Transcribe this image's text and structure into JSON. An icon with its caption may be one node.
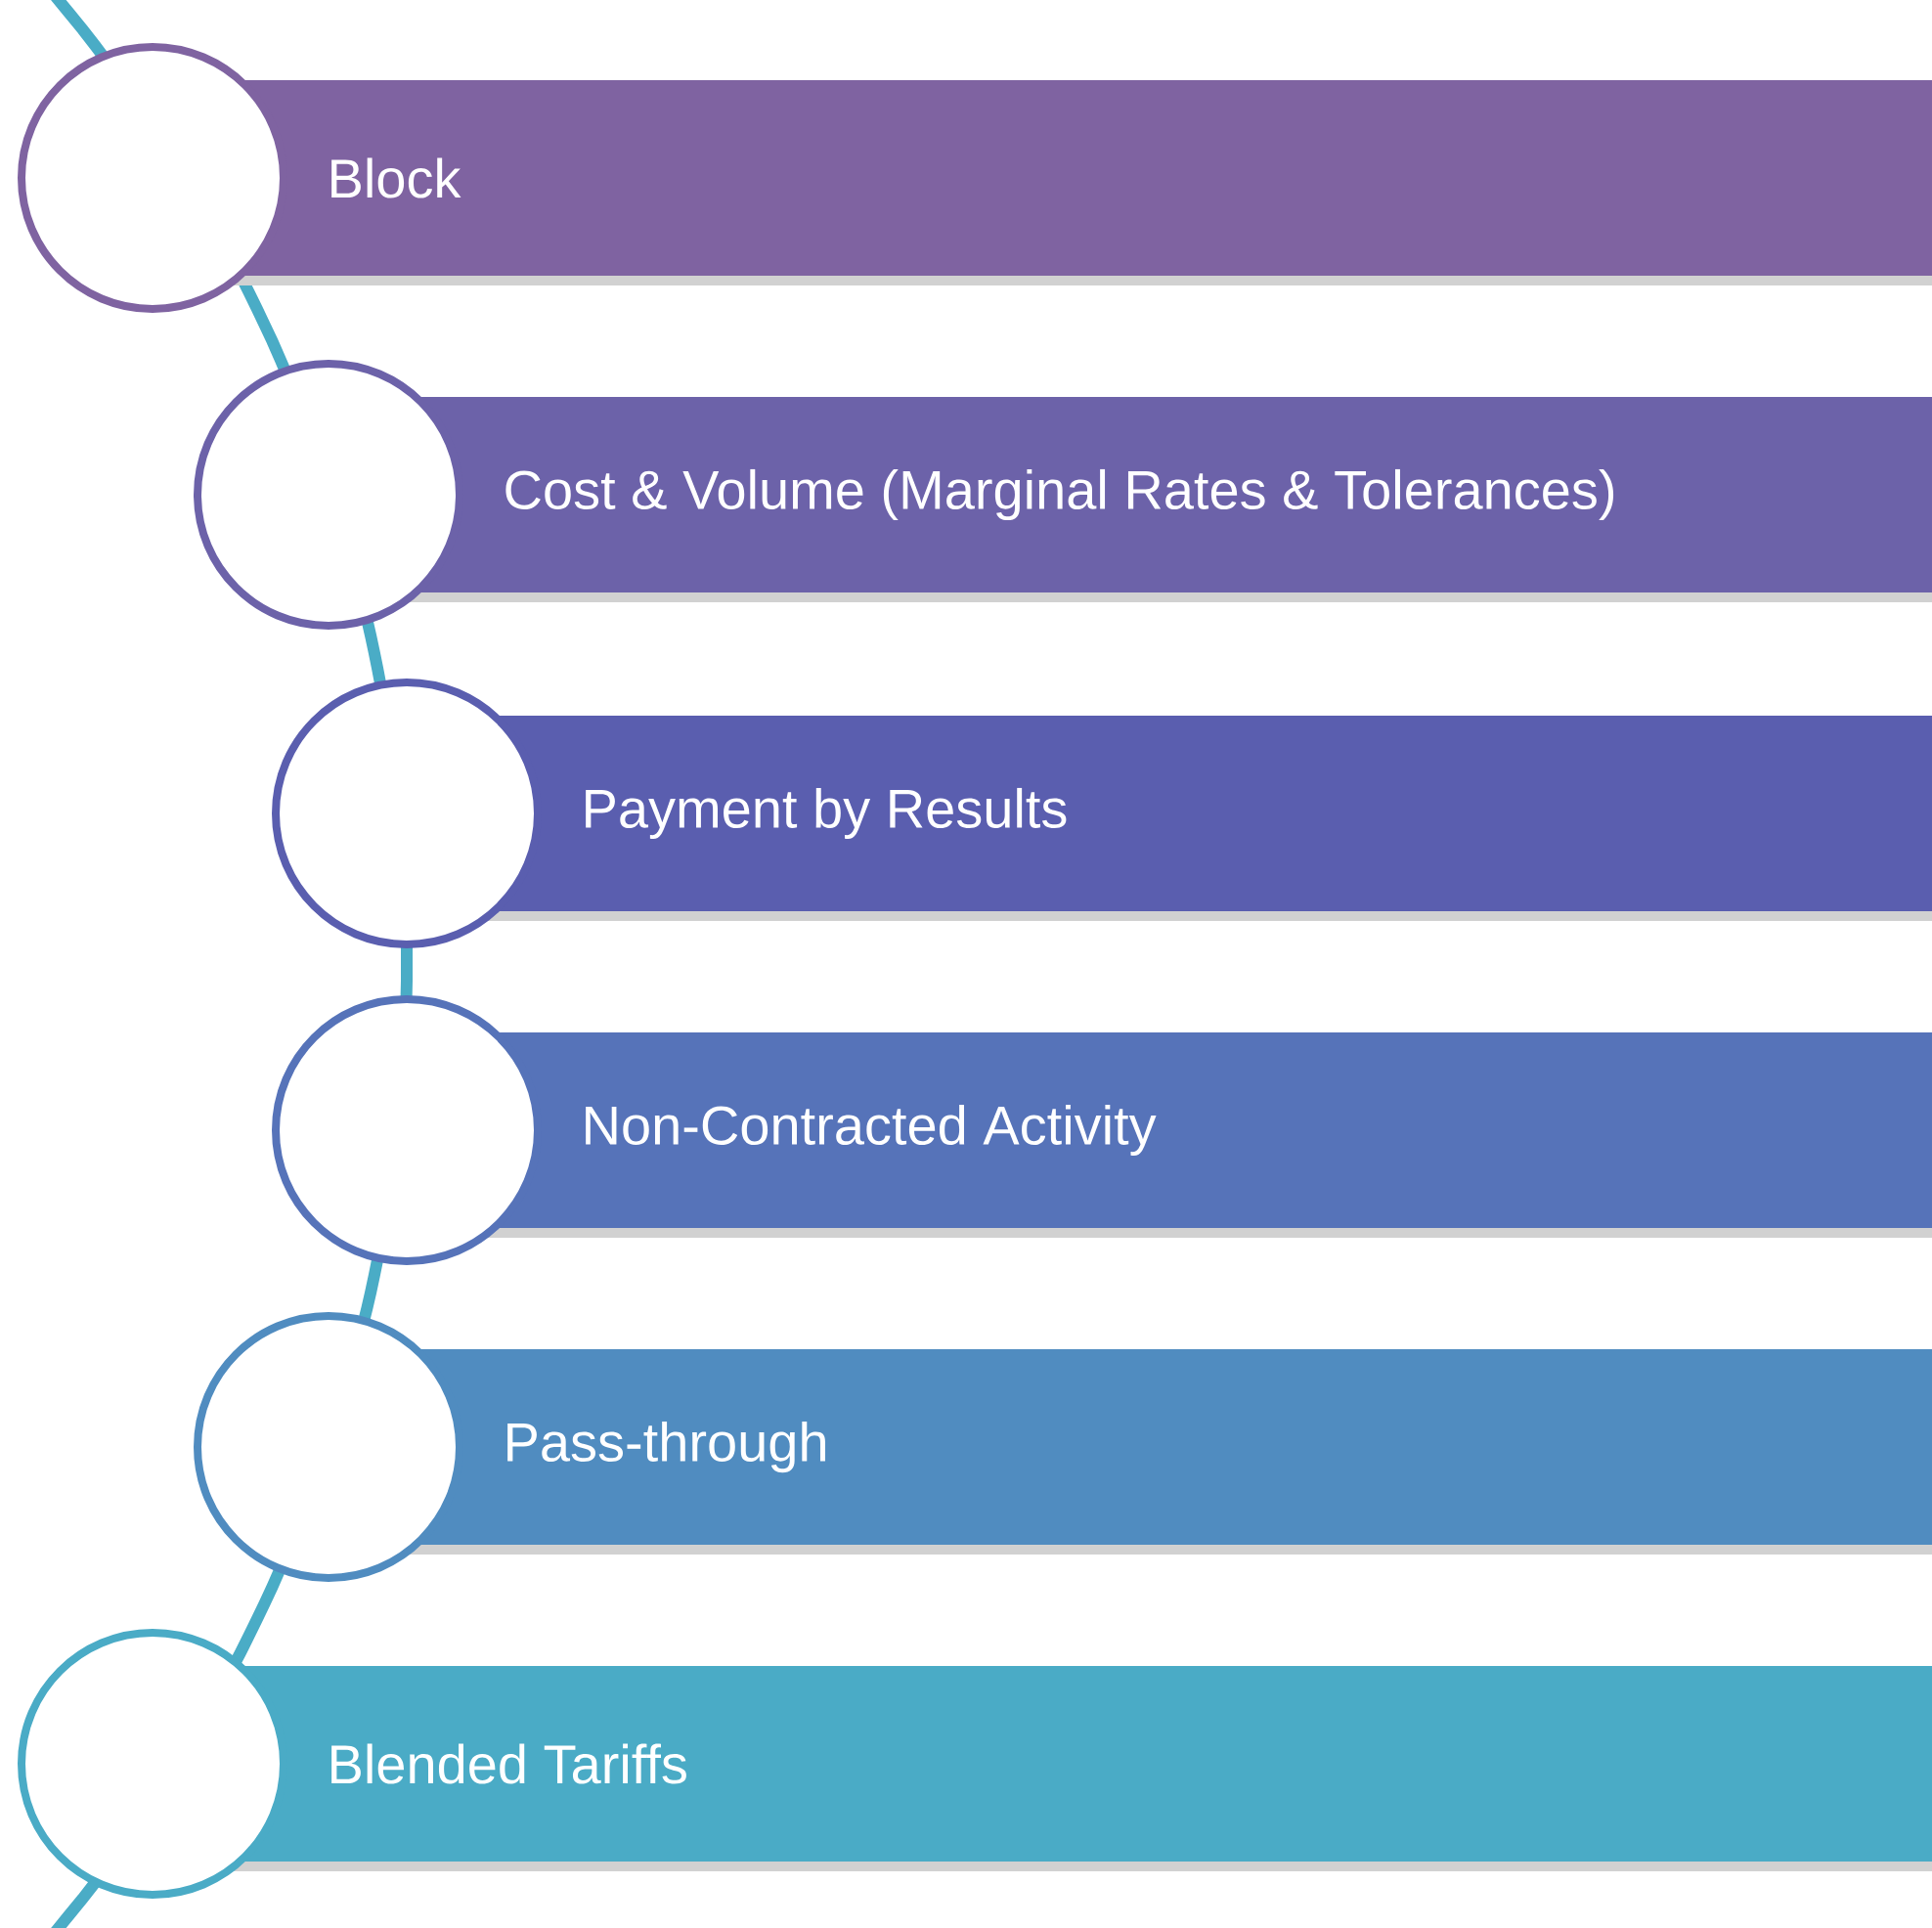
{
  "diagram": {
    "nodes": [
      {
        "text": [
          "Block"
        ]
      },
      {
        "text": [
          "Cost & Volume (Marginal Rates & Tolerances)"
        ]
      },
      {
        "text": [
          "Payment by Results"
        ]
      },
      {
        "text": [
          "Non-Contracted Activity"
        ]
      },
      {
        "text": [
          "Pass-through"
        ]
      },
      {
        "text": [
          "Blended Tariffs"
        ]
      }
    ]
  }
}
